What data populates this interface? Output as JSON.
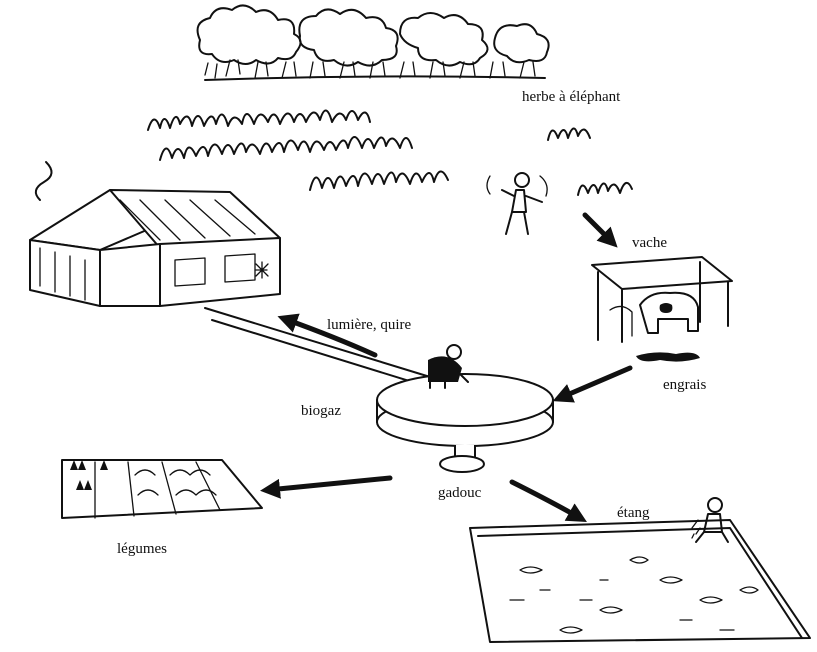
{
  "labels": {
    "elephant_grass": "herbe à éléphant",
    "cow": "vache",
    "fertilizer": "engrais",
    "light_cooking": "lumière, quire",
    "biogas": "biogaz",
    "sludge": "gadouc",
    "vegetables": "légumes",
    "pond": "étang"
  }
}
